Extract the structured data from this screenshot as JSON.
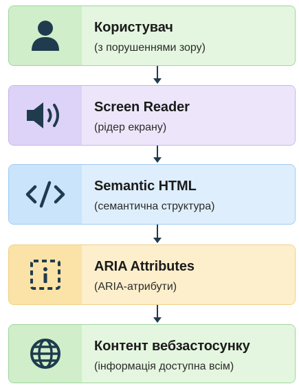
{
  "flow": {
    "steps": [
      {
        "icon": "user-icon",
        "title": "Користувач",
        "subtitle": "(з порушеннями зору)",
        "icon_color": "#1f3b4d",
        "accent_color": "#cfeec9"
      },
      {
        "icon": "speaker-icon",
        "title": "Screen Reader",
        "subtitle": "(рідер екрану)",
        "icon_color": "#1f3b4d",
        "accent_color": "#ddd2f7"
      },
      {
        "icon": "code-icon",
        "title": "Semantic HTML",
        "subtitle": "(семантична структура)",
        "icon_color": "#1f3b4d",
        "accent_color": "#c9e4fb"
      },
      {
        "icon": "info-dashed-icon",
        "title": "ARIA Attributes",
        "subtitle": "(ARIA-атрибути)",
        "icon_color": "#1f3b4d",
        "accent_color": "#fbe3a8"
      },
      {
        "icon": "globe-icon",
        "title": "Контент вебзастосунку",
        "subtitle": "(інформація доступна всім)",
        "icon_color": "#1f3b4d",
        "accent_color": "#cfeec9"
      }
    ],
    "connector": {
      "icon": "arrow-down-icon",
      "color": "#1f3b4d"
    }
  }
}
